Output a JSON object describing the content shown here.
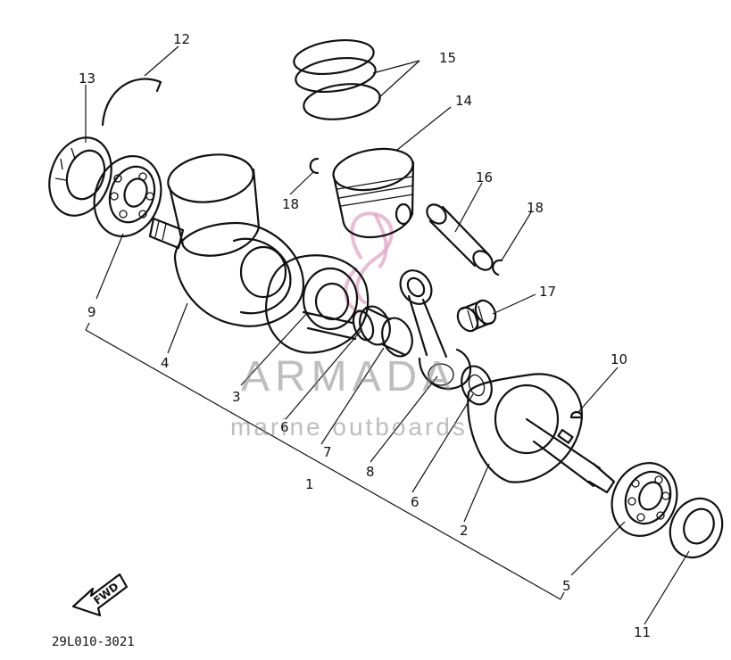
{
  "diagram_code": "29L010-3021",
  "fwd_label": "FWD",
  "watermark": {
    "brand": "ARMADA",
    "tagline": "marine outboards"
  },
  "callouts": {
    "c1": "1",
    "c2": "2",
    "c3": "3",
    "c4": "4",
    "c5": "5",
    "c6a": "6",
    "c6b": "6",
    "c7": "7",
    "c8": "8",
    "c9": "9",
    "c10": "10",
    "c11": "11",
    "c12": "12",
    "c13": "13",
    "c14": "14",
    "c15": "15",
    "c16": "16",
    "c17": "17",
    "c18a": "18",
    "c18b": "18"
  }
}
